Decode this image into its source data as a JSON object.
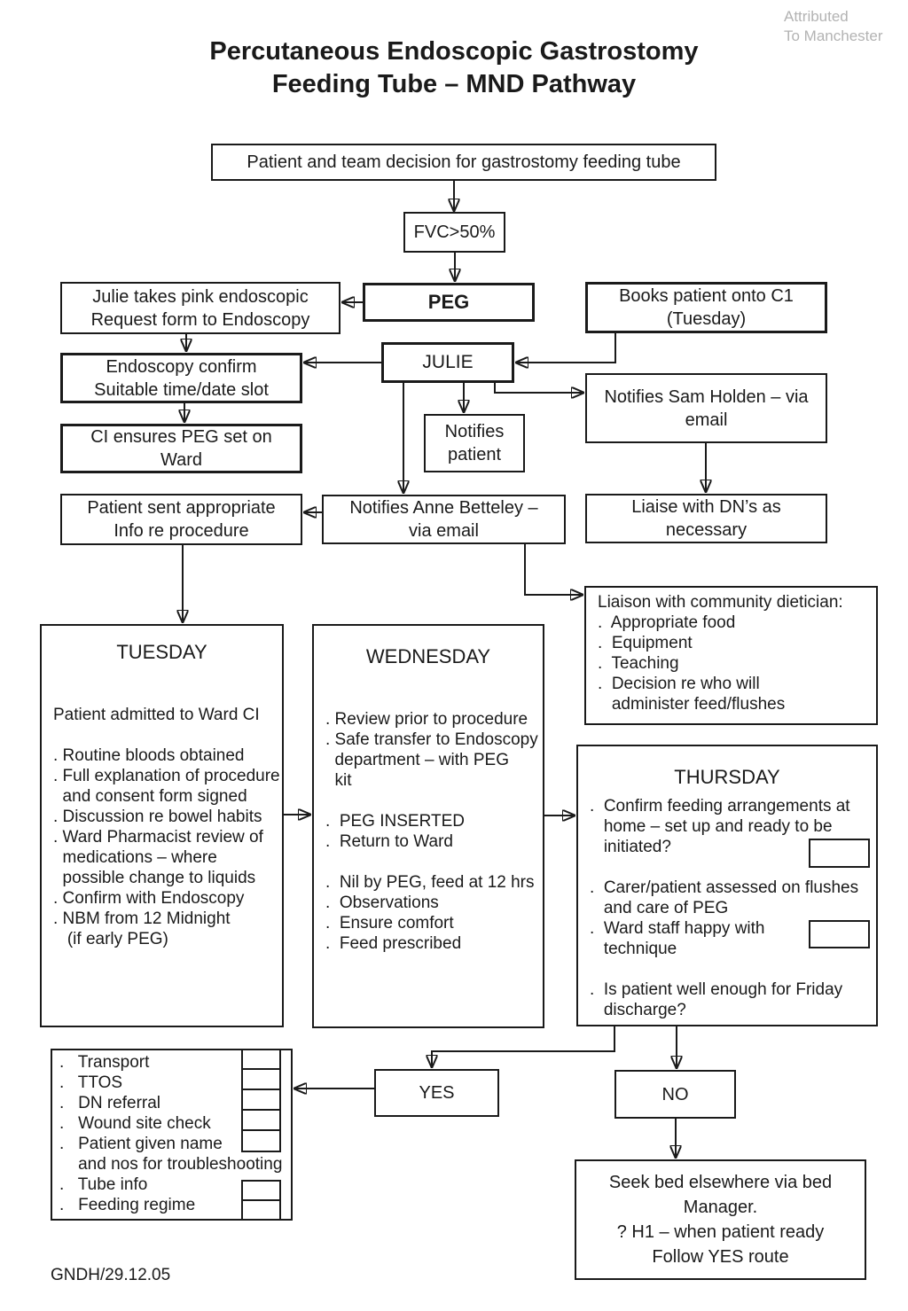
{
  "attribution": [
    "Attributed",
    "To Manchester"
  ],
  "title": [
    "Percutaneous Endoscopic Gastrostomy",
    "Feeding Tube – MND Pathway"
  ],
  "footer": "GNDH/29.12.05",
  "nodes": {
    "decision": "Patient and team decision for gastrostomy feeding tube",
    "fvc": "FVC>50%",
    "peg": "PEG",
    "julie_form": [
      "Julie takes pink endoscopic",
      "Request form to Endoscopy"
    ],
    "books": [
      "Books patient onto C1",
      "(Tuesday)"
    ],
    "julie": "JULIE",
    "endoscopy_confirm": [
      "Endoscopy confirm",
      "Suitable time/date slot"
    ],
    "sam_holden": [
      "Notifies Sam Holden – via",
      "email"
    ],
    "ci_ensures": [
      "CI ensures PEG set on",
      "Ward"
    ],
    "notifies_patient": [
      "Notifies",
      "patient"
    ],
    "patient_sent": [
      "Patient sent appropriate",
      "Info re procedure"
    ],
    "anne_betteley": [
      "Notifies Anne Betteley –",
      "via email"
    ],
    "liaise_dn": [
      "Liaise with DN’s as",
      "necessary"
    ],
    "dietician": [
      "Liaison with community dietician:",
      ".  Appropriate food",
      ".  Equipment",
      ".  Teaching",
      ".  Decision re who will",
      "   administer feed/flushes"
    ],
    "tuesday": {
      "header": "TUESDAY",
      "body": [
        "Patient admitted to Ward CI",
        "",
        ". Routine bloods obtained",
        ". Full explanation of procedure",
        "  and consent form signed",
        ". Discussion re bowel habits",
        ". Ward Pharmacist review of",
        "  medications – where",
        "  possible change to liquids",
        ". Confirm with Endoscopy",
        ". NBM from 12 Midnight",
        "   (if early PEG)"
      ]
    },
    "wednesday": {
      "header": "WEDNESDAY",
      "body": [
        ". Review prior to procedure",
        ". Safe transfer to Endoscopy",
        "  department – with PEG",
        "  kit",
        "",
        ".  PEG INSERTED",
        ".  Return to Ward",
        "",
        ".  Nil by PEG, feed at 12 hrs",
        ".  Observations",
        ".  Ensure comfort",
        ".  Feed prescribed"
      ]
    },
    "thursday": {
      "header": "THURSDAY",
      "body": [
        ".  Confirm feeding arrangements at",
        "   home – set up and ready to be",
        "   initiated?",
        "",
        ".  Carer/patient assessed on flushes",
        "   and care of PEG",
        ".  Ward staff happy with",
        "   technique",
        "",
        ".  Is patient well enough for Friday",
        "   discharge?"
      ]
    },
    "checklist": [
      ".   Transport",
      ".   TTOS",
      ".   DN referral",
      ".   Wound site check",
      ".   Patient given name",
      "    and nos for troubleshooting",
      ".   Tube info",
      ".   Feeding regime"
    ],
    "yes": "YES",
    "no": "NO",
    "seek_bed": [
      "Seek bed elsewhere via bed",
      "Manager.",
      "? H1 – when patient ready",
      "Follow YES route"
    ]
  }
}
